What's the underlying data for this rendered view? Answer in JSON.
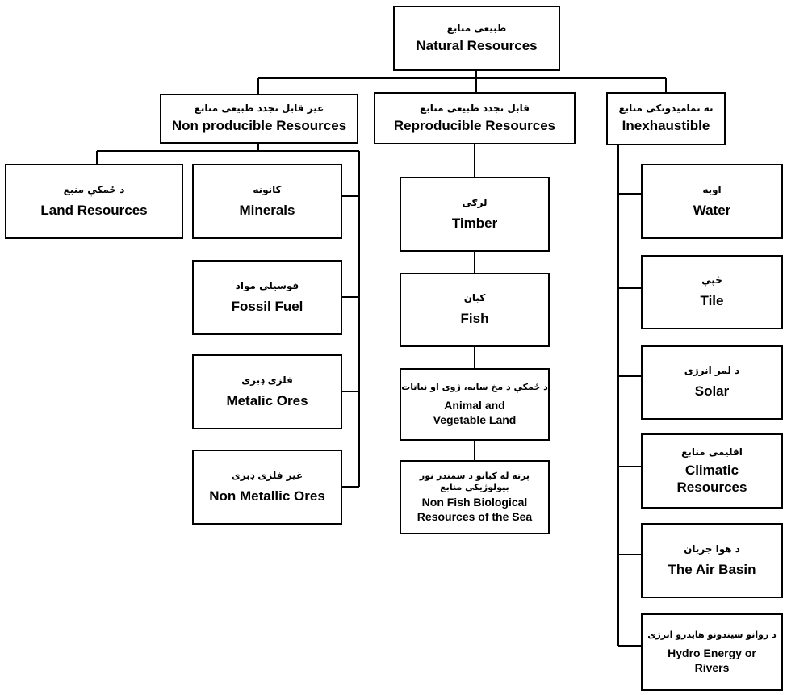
{
  "root": {
    "ps": "طبیعی منابع",
    "en": "Natural Resources"
  },
  "categories": {
    "non_producible": {
      "ps": "غیر قابل تجدد طبیعی منابع",
      "en": "Non producible Resources",
      "items": [
        {
          "ps": "د ځمکې منبع",
          "en": "Land Resources"
        },
        {
          "ps": "کانونه",
          "en": "Minerals"
        },
        {
          "ps": "فوسیلی مواد",
          "en": "Fossil Fuel"
        },
        {
          "ps": "فلزی ډبری",
          "en": "Metalic Ores"
        },
        {
          "ps": "غیر فلزی ډبری",
          "en": "Non Metallic Ores"
        }
      ]
    },
    "reproducible": {
      "ps": "قابل تجدد طبیعی منابع",
      "en": "Reproducible Resources",
      "items": [
        {
          "ps": "لرګی",
          "en": "Timber"
        },
        {
          "ps": "کبان",
          "en": "Fish"
        },
        {
          "ps": "د ځمکې د مخ سایه، ژوی او نباتات",
          "en": "Animal and\nVegetable Land"
        },
        {
          "ps": "پرته له کبانو د سمندر نور بیولوژیکی منابع",
          "en": "Non Fish Biological\nResources of the Sea"
        }
      ]
    },
    "inexhaustible": {
      "ps": "نه تمامیدونکی منابع",
      "en": "Inexhaustible",
      "items": [
        {
          "ps": "اوبه",
          "en": "Water"
        },
        {
          "ps": "څپې",
          "en": "Tile"
        },
        {
          "ps": "د لمر انرژی",
          "en": "Solar"
        },
        {
          "ps": "اقلیمی منابع",
          "en": "Climatic\nResources"
        },
        {
          "ps": "د هوا جریان",
          "en": "The Air Basin"
        },
        {
          "ps": "د روانو سیندونو هایدرو انرژی",
          "en": "Hydro Energy or\nRivers"
        }
      ]
    }
  }
}
